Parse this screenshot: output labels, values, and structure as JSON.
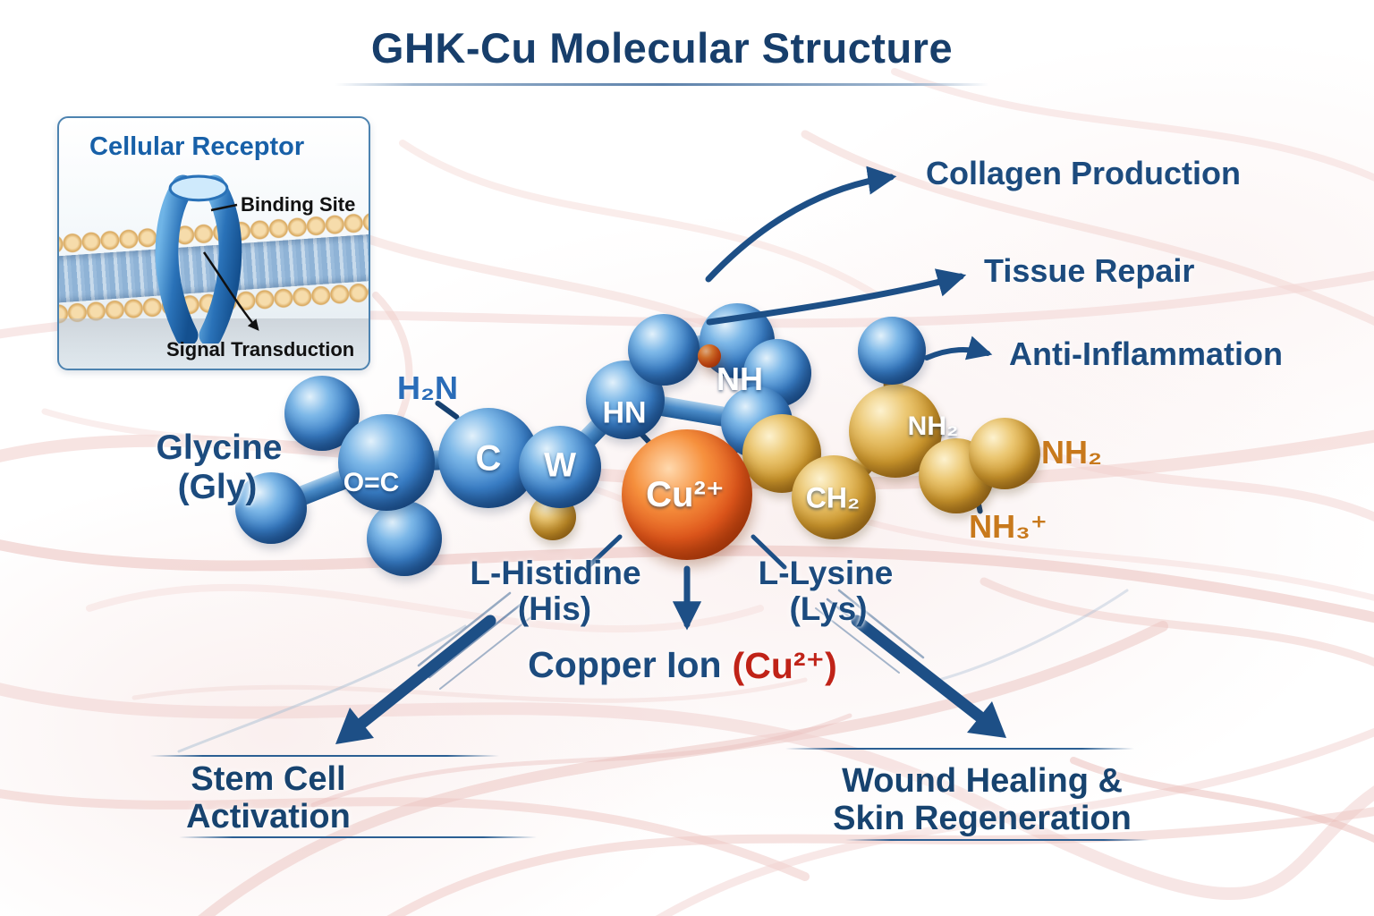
{
  "title": "GHK-Cu Molecular Structure",
  "inset": {
    "title": "Cellular Receptor",
    "binding_site_label": "Binding Site",
    "signal_label": "Signal Transduction"
  },
  "molecule": {
    "amine_terminal": "H₂N",
    "carbonyl": "O=C",
    "alpha_carbon": "C",
    "w_atom": "W",
    "imidazole_hn": "HN",
    "peptide_nh": "NH",
    "copper_ion": "Cu²⁺",
    "ch2_group": "CH₂",
    "lysine_nh2_on_sphere": "NH₂",
    "lysine_nh2_side": "NH₂",
    "lysine_nh3": "NH₃⁺"
  },
  "residues": {
    "glycine": {
      "name": "Glycine",
      "abbr": "(Gly)"
    },
    "histidine": {
      "name": "L-Histidine",
      "abbr": "(His)"
    },
    "lysine": {
      "name": "L-Lysine",
      "abbr": "(Lys)"
    },
    "copper": {
      "name": "Copper Ion",
      "abbr": "(Cu²⁺)"
    }
  },
  "benefits": [
    {
      "label": "Collagen Production"
    },
    {
      "label": "Tissue Repair"
    },
    {
      "label": "Anti-Inflammation"
    }
  ],
  "outcomes": [
    {
      "line1": "Stem Cell",
      "line2": "Activation"
    },
    {
      "line1": "Wound Healing &",
      "line2": "Skin Regeneration"
    }
  ],
  "colors": {
    "title_navy": "#173e6b",
    "label_navy": "#1c4b7e",
    "blue_label": "#2a6cb8",
    "orange_label": "#c8791c",
    "red_label": "#c02318",
    "arrow_blue": "#1d4f86",
    "blue_sphere": "#3a7fc7",
    "gold_sphere": "#cf9a2f",
    "copper_sphere": "#e0571c"
  }
}
